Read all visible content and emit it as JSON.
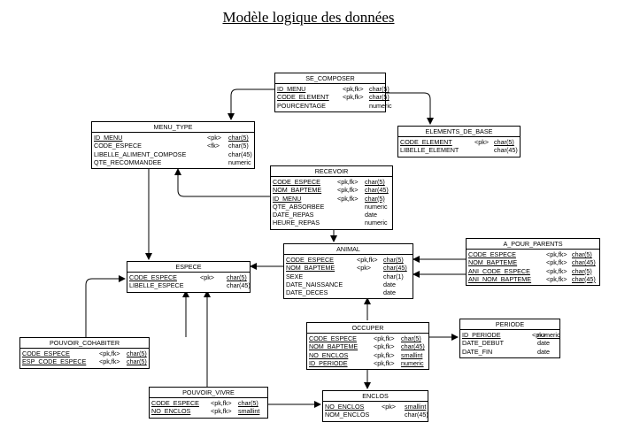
{
  "title": "Modèle logique des données",
  "entities": [
    {
      "id": "se_composer",
      "name": "SE_COMPOSER",
      "attributes": [
        {
          "name": "ID_MENU",
          "key": "<pk,fk>",
          "type": "char(5)",
          "pk": true
        },
        {
          "name": "CODE_ELEMENT",
          "key": "<pk,fk>",
          "type": "char(5)",
          "pk": true
        },
        {
          "name": "POURCENTAGE",
          "key": "",
          "type": "numeric",
          "pk": false
        }
      ]
    },
    {
      "id": "menu_type",
      "name": "MENU_TYPE",
      "attributes": [
        {
          "name": "ID_MENU",
          "key": "<pk>",
          "type": "char(5)",
          "pk": true
        },
        {
          "name": "CODE_ESPECE",
          "key": "<fk>",
          "type": "char(5)",
          "pk": false
        },
        {
          "name": "LIBELLE_ALIMENT_COMPOSE",
          "key": "",
          "type": "char(45)",
          "pk": false
        },
        {
          "name": "QTE_RECOMMANDEE",
          "key": "",
          "type": "numeric",
          "pk": false
        }
      ]
    },
    {
      "id": "elements_de_base",
      "name": "ELEMENTS_DE_BASE",
      "attributes": [
        {
          "name": "CODE_ELEMENT",
          "key": "<pk>",
          "type": "char(5)",
          "pk": true
        },
        {
          "name": "LIBELLE_ELEMENT",
          "key": "",
          "type": "char(45)",
          "pk": false
        }
      ]
    },
    {
      "id": "recevoir",
      "name": "RECEVOIR",
      "attributes": [
        {
          "name": "CODE_ESPECE",
          "key": "<pk,fk>",
          "type": "char(5)",
          "pk": true
        },
        {
          "name": "NOM_BAPTEME",
          "key": "<pk,fk>",
          "type": "char(45)",
          "pk": true
        },
        {
          "name": "ID_MENU",
          "key": "<pk,fk>",
          "type": "char(5)",
          "pk": true
        },
        {
          "name": "QTE_ABSORBEE",
          "key": "",
          "type": "numeric",
          "pk": false
        },
        {
          "name": "DATE_REPAS",
          "key": "",
          "type": "date",
          "pk": false
        },
        {
          "name": "HEURE_REPAS",
          "key": "",
          "type": "numeric",
          "pk": false
        }
      ]
    },
    {
      "id": "a_pour_parents",
      "name": "A_POUR_PARENTS",
      "attributes": [
        {
          "name": "CODE_ESPECE",
          "key": "<pk,fk>",
          "type": "char(5)",
          "pk": true
        },
        {
          "name": "NOM_BAPTEME",
          "key": "<pk,fk>",
          "type": "char(45)",
          "pk": true
        },
        {
          "name": "ANI_CODE_ESPECE",
          "key": "<pk,fk>",
          "type": "char(5)",
          "pk": true
        },
        {
          "name": "ANI_NOM_BAPTEME",
          "key": "<pk,fk>",
          "type": "char(45)",
          "pk": true
        }
      ]
    },
    {
      "id": "animal",
      "name": "ANIMAL",
      "attributes": [
        {
          "name": "CODE_ESPECE",
          "key": "<pk,fk>",
          "type": "char(5)",
          "pk": true
        },
        {
          "name": "NOM_BAPTEME",
          "key": "<pk>",
          "type": "char(45)",
          "pk": true
        },
        {
          "name": "SEXE",
          "key": "",
          "type": "char(1)",
          "pk": false
        },
        {
          "name": "DATE_NAISSANCE",
          "key": "",
          "type": "date",
          "pk": false
        },
        {
          "name": "DATE_DECES",
          "key": "",
          "type": "date",
          "pk": false
        }
      ]
    },
    {
      "id": "espece",
      "name": "ESPECE",
      "attributes": [
        {
          "name": "CODE_ESPECE",
          "key": "<pk>",
          "type": "char(5)",
          "pk": true
        },
        {
          "name": "LIBELLE_ESPECE",
          "key": "",
          "type": "char(45)",
          "pk": false
        }
      ]
    },
    {
      "id": "periode",
      "name": "PERIODE",
      "attributes": [
        {
          "name": "ID_PERIODE",
          "key": "<pk>",
          "type": "numeric",
          "pk": true
        },
        {
          "name": "DATE_DEBUT",
          "key": "",
          "type": "date",
          "pk": false
        },
        {
          "name": "DATE_FIN",
          "key": "",
          "type": "date",
          "pk": false
        }
      ]
    },
    {
      "id": "occuper",
      "name": "OCCUPER",
      "attributes": [
        {
          "name": "CODE_ESPECE",
          "key": "<pk,fk>",
          "type": "char(5)",
          "pk": true
        },
        {
          "name": "NOM_BAPTEME",
          "key": "<pk,fk>",
          "type": "char(45)",
          "pk": true
        },
        {
          "name": "NO_ENCLOS",
          "key": "<pk,fk>",
          "type": "smallint",
          "pk": true
        },
        {
          "name": "ID_PERIODE",
          "key": "<pk,fk>",
          "type": "numeric",
          "pk": true
        }
      ]
    },
    {
      "id": "pouvoir_cohabiter",
      "name": "POUVOIR_COHABITER",
      "attributes": [
        {
          "name": "CODE_ESPECE",
          "key": "<pk,fk>",
          "type": "char(5)",
          "pk": true
        },
        {
          "name": "ESP_CODE_ESPECE",
          "key": "<pk,fk>",
          "type": "char(5)",
          "pk": true
        }
      ]
    },
    {
      "id": "pouvoir_vivre",
      "name": "POUVOIR_VIVRE",
      "attributes": [
        {
          "name": "CODE_ESPECE",
          "key": "<pk,fk>",
          "type": "char(5)",
          "pk": true
        },
        {
          "name": "NO_ENCLOS",
          "key": "<pk,fk>",
          "type": "smallint",
          "pk": true
        }
      ]
    },
    {
      "id": "enclos",
      "name": "ENCLOS",
      "attributes": [
        {
          "name": "NO_ENCLOS",
          "key": "<pk>",
          "type": "smallint",
          "pk": true
        },
        {
          "name": "NOM_ENCLOS",
          "key": "",
          "type": "char(45)",
          "pk": false
        }
      ]
    }
  ]
}
